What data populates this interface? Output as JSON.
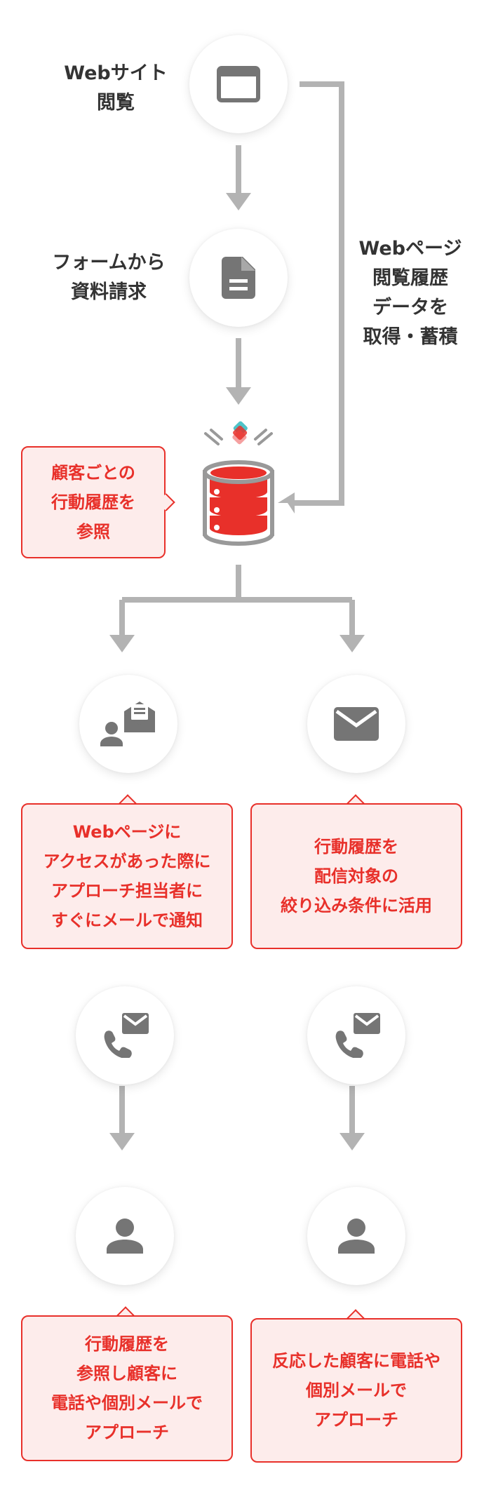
{
  "steps": {
    "browse_label": "Webサイト\n閲覧",
    "form_label": "フォームから\n資料請求",
    "side_label": "Webページ\n閲覧履歴\nデータを\n取得・蓄積"
  },
  "bubbles": {
    "db_reference": "顧客ごとの\n行動履歴を\n参照",
    "left_notify": "Webページに\nアクセスがあった際に\nアプローチ担当者に\nすぐにメールで通知",
    "right_filter": "行動履歴を\n配信対象の\n絞り込み条件に活用",
    "left_approach": "行動履歴を\n参照し顧客に\n電話や個別メールで\nアプローチ",
    "right_approach": "反応した顧客に電話や\n個別メールで\nアプローチ"
  },
  "colors": {
    "accent_red": "#e8302a",
    "bubble_bg": "#fdeceb",
    "arrow_gray": "#b3b3b3",
    "icon_gray": "#757575",
    "text_dark": "#333333"
  },
  "icons": [
    "browser-window-icon",
    "document-icon",
    "database-icon",
    "person-mail-icon",
    "mail-icon",
    "phone-mail-icon",
    "person-icon"
  ]
}
